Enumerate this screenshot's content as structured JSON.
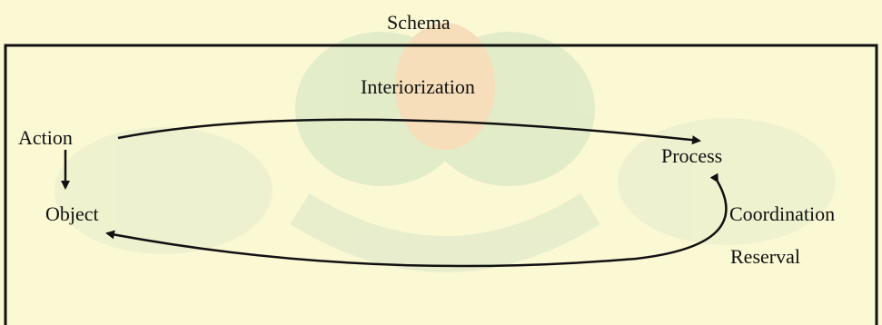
{
  "diagram": {
    "title": "Schema",
    "nodes": {
      "action": "Action",
      "object": "Object",
      "process": "Process"
    },
    "edges": {
      "interiorization": "Interiorization",
      "coordination": "Coordination",
      "reserval": "Reserval"
    }
  },
  "colors": {
    "background": "#fbf8d4",
    "watermark_green": "#cfe3bf",
    "watermark_red": "#f2c9a8",
    "line": "#111111"
  }
}
